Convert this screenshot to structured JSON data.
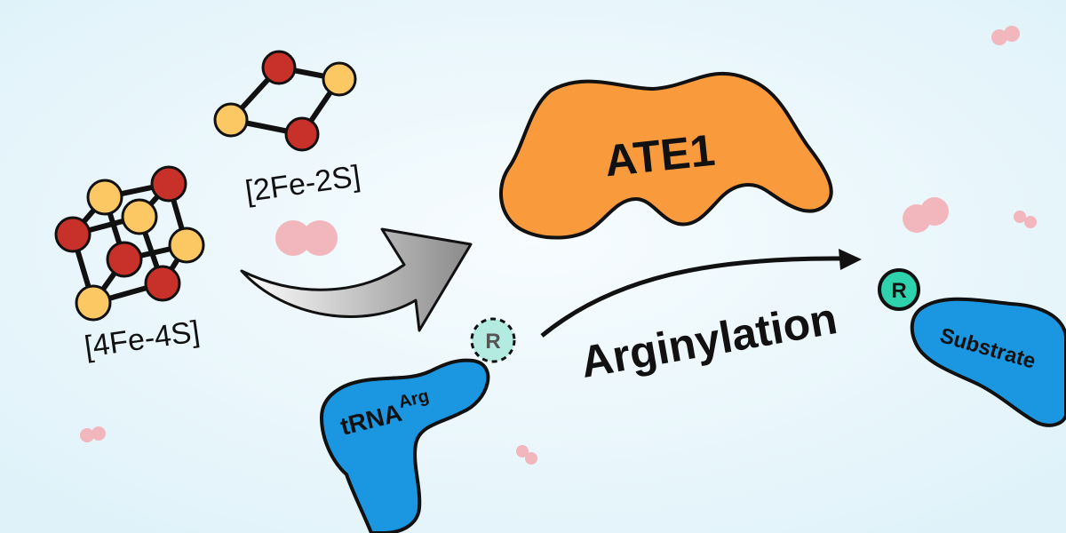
{
  "labels": {
    "cluster_4fe4s": "[4Fe-4S]",
    "cluster_2fe2s": "[2Fe-2S]",
    "enzyme": "ATE1",
    "process": "Arginylation",
    "trna": "tRNA",
    "trna_superscript": "Arg",
    "substrate": "Substrate",
    "residue_trna": "R",
    "residue_substrate": "R"
  },
  "colors": {
    "background": "#e9f6fb",
    "fe_atom": "#c8302a",
    "s_atom": "#fbc864",
    "enzyme": "#f99a3d",
    "protein": "#1b96e0",
    "residue_trna": "#b4ebe0",
    "residue_substrate": "#2ed3ae",
    "o2_bubble": "#f2b7bd"
  }
}
